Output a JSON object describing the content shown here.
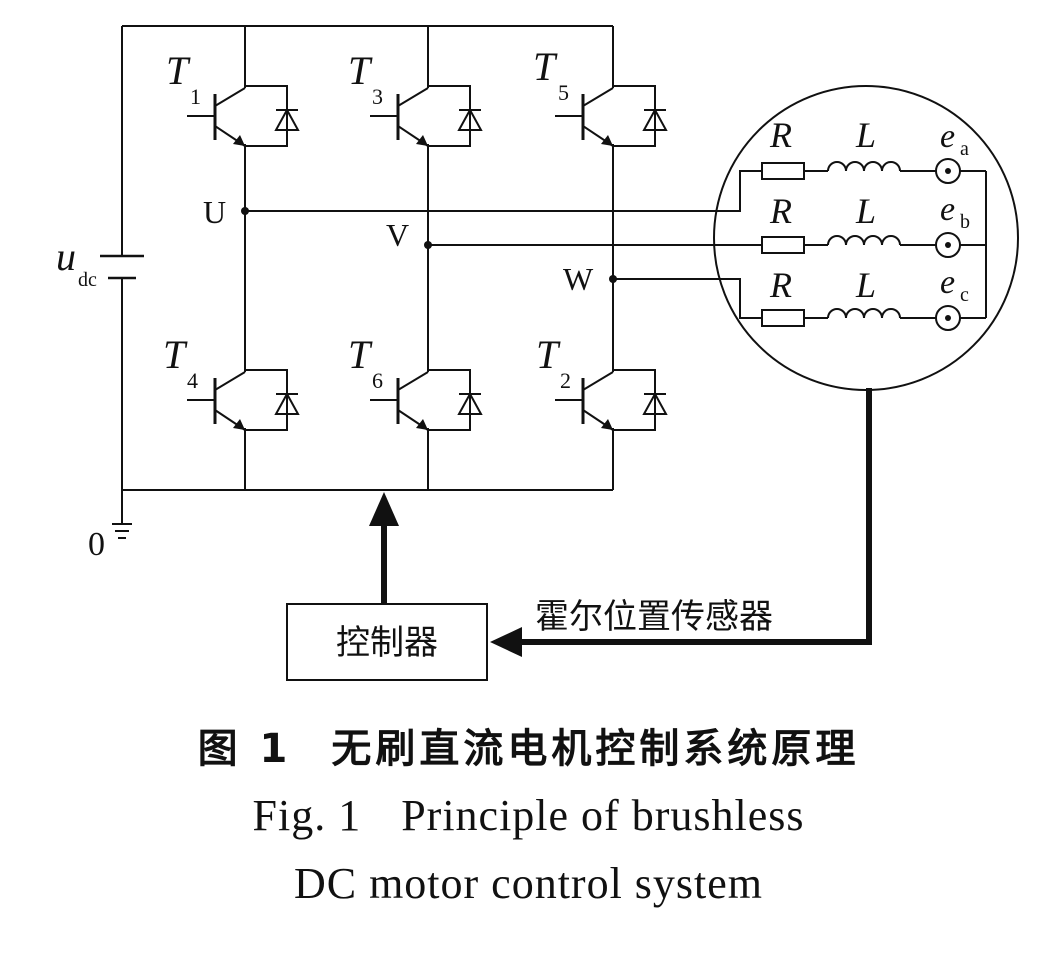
{
  "labels": {
    "T1": {
      "base": "T",
      "sub": "1"
    },
    "T3": {
      "base": "T",
      "sub": "3"
    },
    "T5": {
      "base": "T",
      "sub": "5"
    },
    "T4": {
      "base": "T",
      "sub": "4"
    },
    "T6": {
      "base": "T",
      "sub": "6"
    },
    "T2": {
      "base": "T",
      "sub": "2"
    },
    "U": "U",
    "V": "V",
    "W": "W",
    "udc": {
      "base": "u",
      "sub": "dc"
    },
    "ground": "0",
    "R": "R",
    "L": "L",
    "ea": {
      "base": "e",
      "sub": "a"
    },
    "eb": {
      "base": "e",
      "sub": "b"
    },
    "ec": {
      "base": "e",
      "sub": "c"
    },
    "controller": "控制器",
    "hall_sensor": "霍尔位置传感器"
  },
  "caption": {
    "cn_num": "图 1",
    "cn_title": "无刷直流电机控制系统原理",
    "en_line1_num": "Fig. 1",
    "en_line1_text": "Principle of brushless",
    "en_line2": "DC motor control system"
  }
}
